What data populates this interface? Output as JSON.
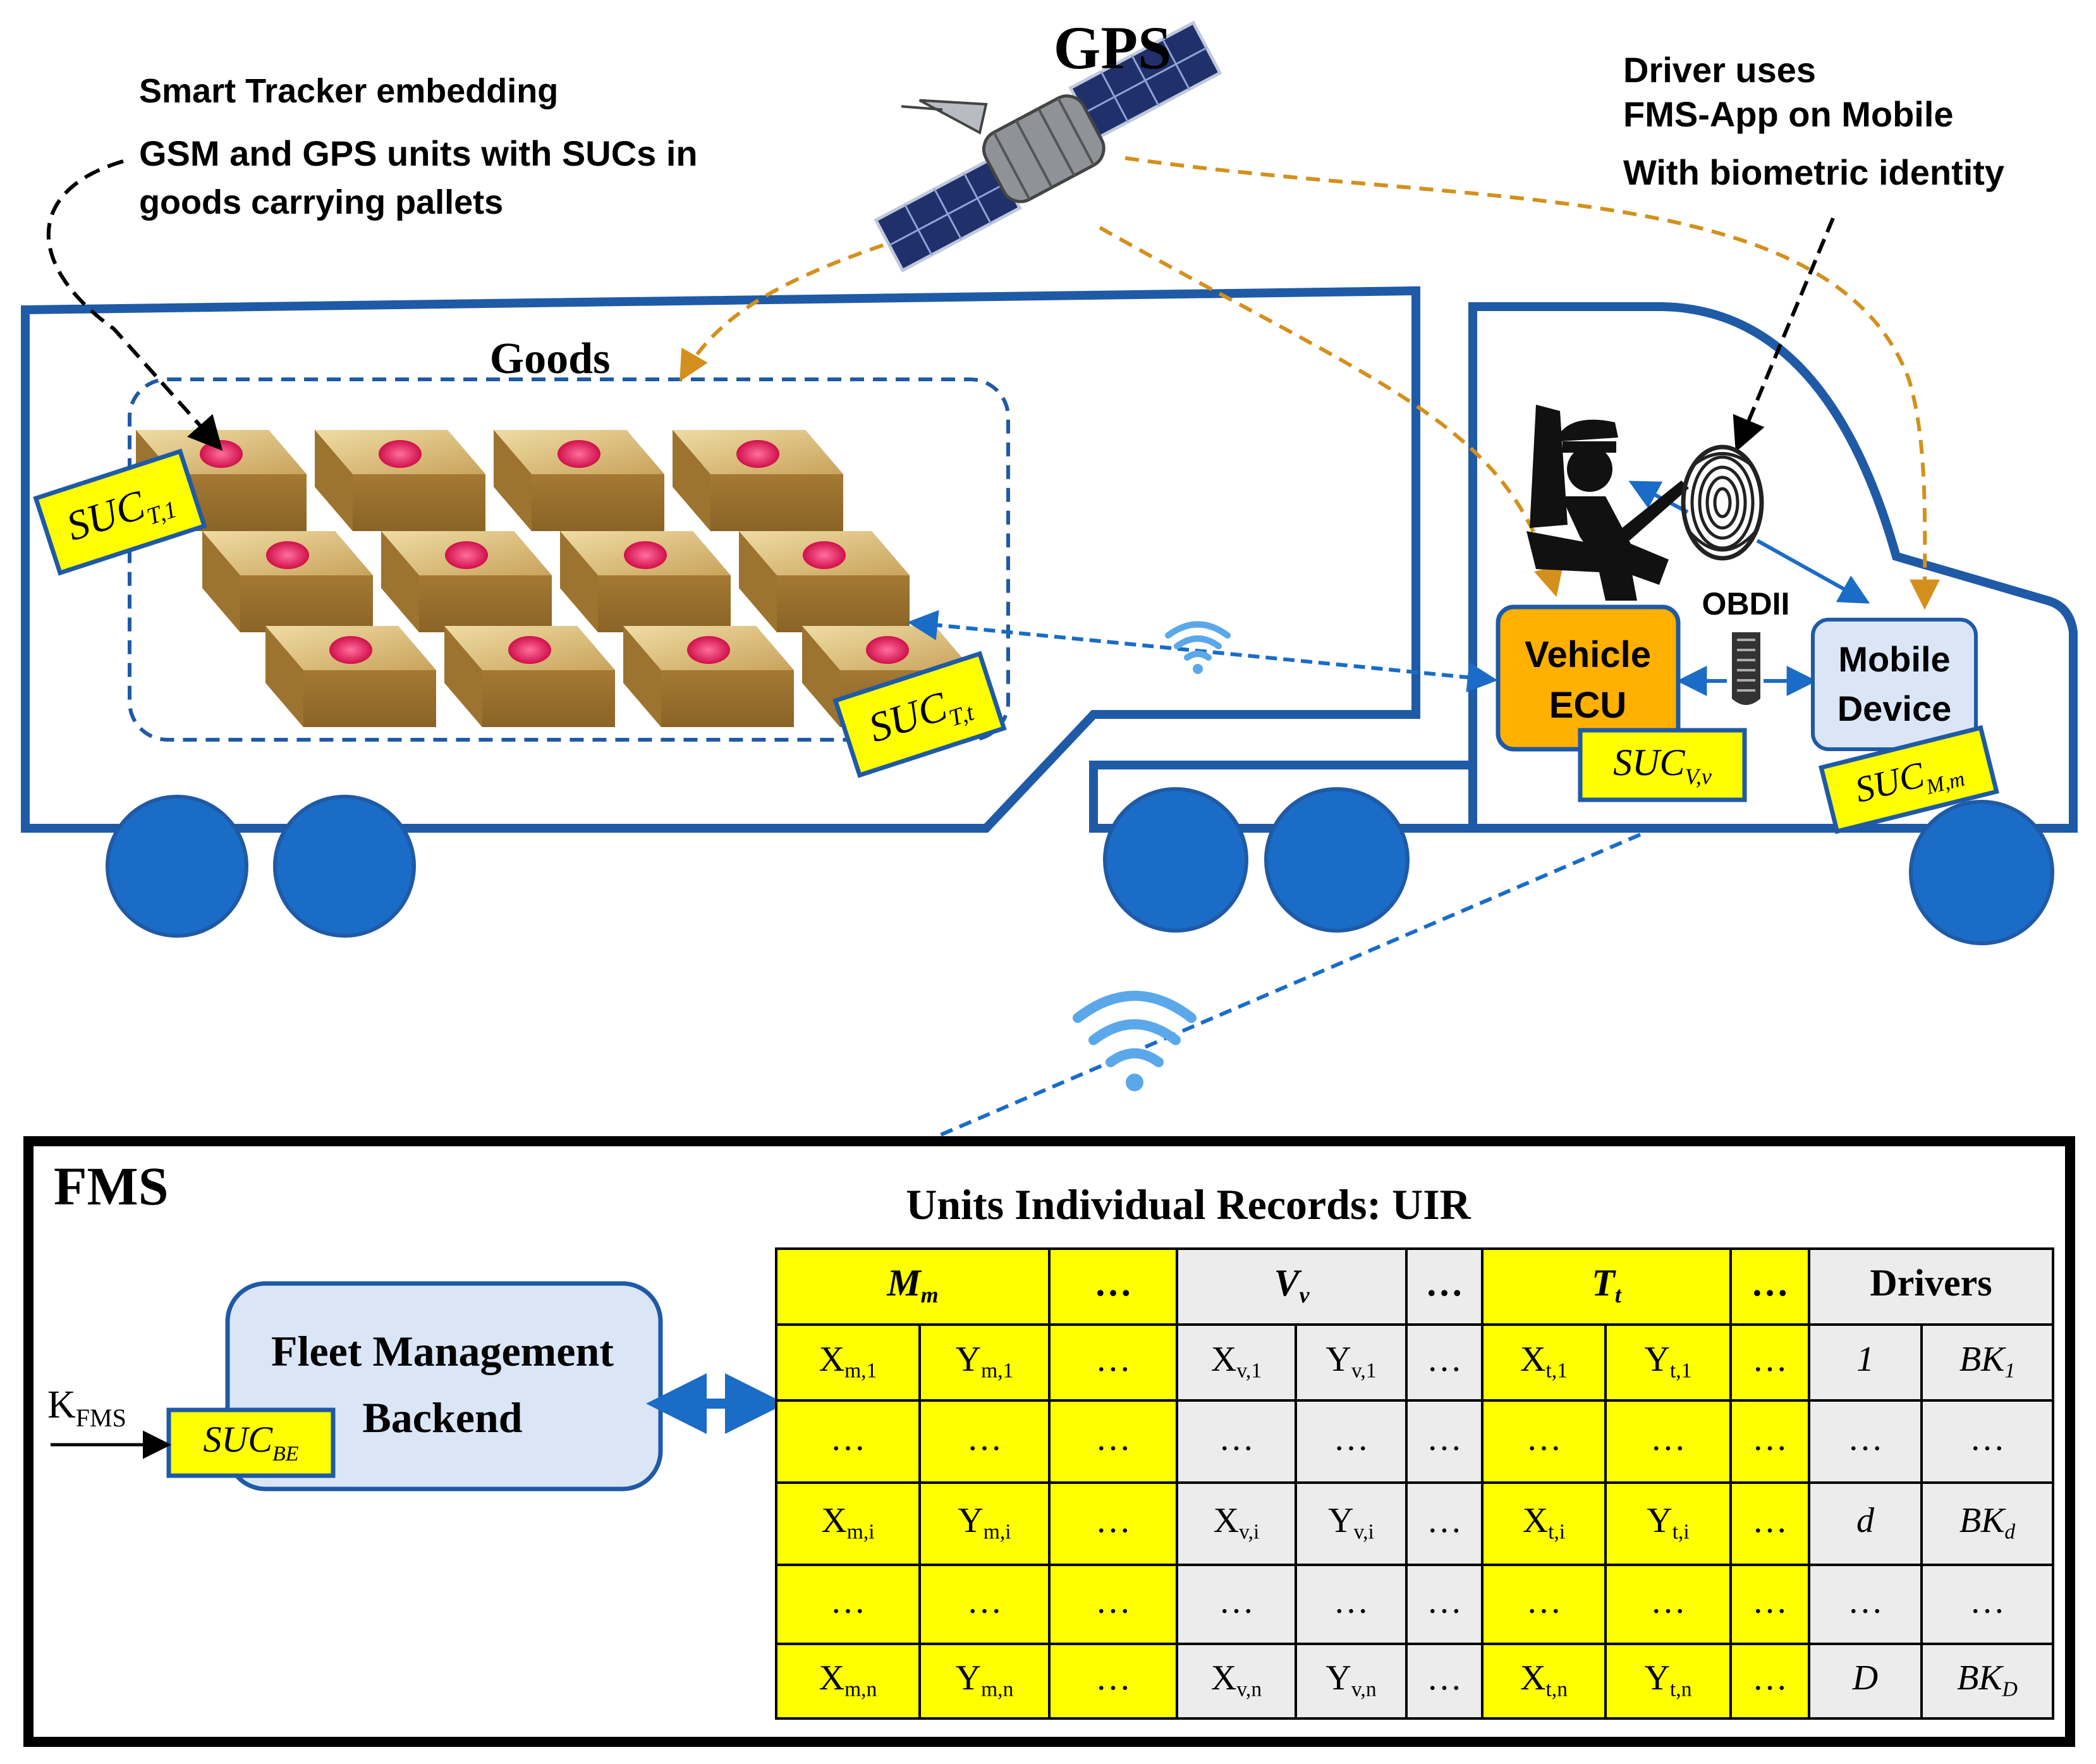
{
  "labels": {
    "gps": "GPS",
    "tracker_line1": "Smart Tracker embedding",
    "tracker_line2": "GSM and GPS units with SUCs  in",
    "tracker_line3": "goods carrying pallets",
    "driver_line1": "Driver uses",
    "driver_line2": "FMS-App on Mobile",
    "driver_line3": "With biometric identity",
    "goods": "Goods",
    "obdii": "OBDII",
    "ecu_line1": "Vehicle",
    "ecu_line2": "ECU",
    "mobile_line1": "Mobile",
    "mobile_line2": "Device",
    "fms": "FMS",
    "uir_title": "Units Individual Records: UIR",
    "backend_line1": "Fleet Management",
    "backend_line2": "Backend",
    "kfms_main": "K",
    "kfms_sub": "FMS"
  },
  "suc_tags": [
    {
      "id": "t1",
      "main": "SUC",
      "sub": "T,1"
    },
    {
      "id": "tt",
      "main": "SUC",
      "sub": "T,t"
    },
    {
      "id": "vv",
      "main": "SUC",
      "sub": "V,v"
    },
    {
      "id": "mm",
      "main": "SUC",
      "sub": "M,m"
    },
    {
      "id": "be",
      "main": "SUC",
      "sub": "BE"
    }
  ],
  "table": {
    "headers": [
      {
        "main": "M",
        "sub": "m"
      },
      {
        "main": "…",
        "sub": ""
      },
      {
        "main": "V",
        "sub": "v"
      },
      {
        "main": "…",
        "sub": ""
      },
      {
        "main": "T",
        "sub": "t"
      },
      {
        "main": "…",
        "sub": ""
      },
      {
        "main": "Drivers",
        "sub": ""
      }
    ],
    "rows": [
      [
        {
          "m": "X",
          "s": "m,1"
        },
        {
          "m": "Y",
          "s": "m,1"
        },
        {
          "m": "…",
          "s": ""
        },
        {
          "m": "X",
          "s": "v,1"
        },
        {
          "m": "Y",
          "s": "v,1"
        },
        {
          "m": "…",
          "s": ""
        },
        {
          "m": "X",
          "s": "t,1"
        },
        {
          "m": "Y",
          "s": "t,1"
        },
        {
          "m": "…",
          "s": ""
        },
        {
          "m": "1",
          "s": ""
        },
        {
          "m": "BK",
          "s": "1"
        }
      ],
      [
        {
          "m": "…",
          "s": ""
        },
        {
          "m": "…",
          "s": ""
        },
        {
          "m": "…",
          "s": ""
        },
        {
          "m": "…",
          "s": ""
        },
        {
          "m": "…",
          "s": ""
        },
        {
          "m": "…",
          "s": ""
        },
        {
          "m": "…",
          "s": ""
        },
        {
          "m": "…",
          "s": ""
        },
        {
          "m": "…",
          "s": ""
        },
        {
          "m": "…",
          "s": ""
        },
        {
          "m": "…",
          "s": ""
        }
      ],
      [
        {
          "m": "X",
          "s": "m,i"
        },
        {
          "m": "Y",
          "s": "m,i"
        },
        {
          "m": "…",
          "s": ""
        },
        {
          "m": "X",
          "s": "v,i"
        },
        {
          "m": "Y",
          "s": "v,i"
        },
        {
          "m": "…",
          "s": ""
        },
        {
          "m": "X",
          "s": "t,i"
        },
        {
          "m": "Y",
          "s": "t,i"
        },
        {
          "m": "…",
          "s": ""
        },
        {
          "m": "d",
          "s": ""
        },
        {
          "m": "BK",
          "s": "d"
        }
      ],
      [
        {
          "m": "…",
          "s": ""
        },
        {
          "m": "…",
          "s": ""
        },
        {
          "m": "…",
          "s": ""
        },
        {
          "m": "…",
          "s": ""
        },
        {
          "m": "…",
          "s": ""
        },
        {
          "m": "…",
          "s": ""
        },
        {
          "m": "…",
          "s": ""
        },
        {
          "m": "…",
          "s": ""
        },
        {
          "m": "…",
          "s": ""
        },
        {
          "m": "…",
          "s": ""
        },
        {
          "m": "…",
          "s": ""
        }
      ],
      [
        {
          "m": "X",
          "s": "m,n"
        },
        {
          "m": "Y",
          "s": "m,n"
        },
        {
          "m": "…",
          "s": ""
        },
        {
          "m": "X",
          "s": "v,n"
        },
        {
          "m": "Y",
          "s": "v,n"
        },
        {
          "m": "…",
          "s": ""
        },
        {
          "m": "X",
          "s": "t,n"
        },
        {
          "m": "Y",
          "s": "t,n"
        },
        {
          "m": "…",
          "s": ""
        },
        {
          "m": "D",
          "s": ""
        },
        {
          "m": "BK",
          "s": "D"
        }
      ]
    ]
  },
  "colors": {
    "truck_blue": "#1f5aa6",
    "wheel_blue": "#1a6cc6",
    "wifi_blue": "#1a6cc6",
    "gps_arrow": "#d4901c",
    "tag_yellow": "#ffff00",
    "ecu_orange": "#ffb000",
    "device_fill": "#dae6f6",
    "table_gray": "#ececec"
  },
  "icons": [
    "satellite-icon",
    "driver-icon",
    "fingerprint-icon",
    "obd-connector-icon",
    "wifi-icon"
  ]
}
